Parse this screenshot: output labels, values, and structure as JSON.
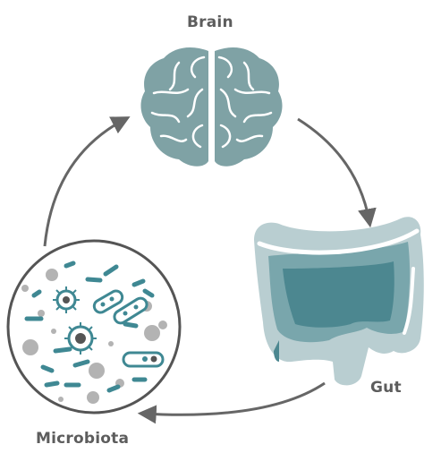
{
  "nodes": {
    "brain": {
      "label": "Brain",
      "icon": "brain-icon"
    },
    "gut": {
      "label": "Gut",
      "icon": "intestine-icon"
    },
    "microbiota": {
      "label": "Microbiota",
      "icon": "microbes-icon"
    }
  },
  "colors": {
    "brain": "#7fa2a5",
    "gut_dark": "#4c8790",
    "gut_light": "#b9ced1",
    "gut_mid": "#79a6ac",
    "microbe_teal": "#3f8893",
    "microbe_gray": "#b3b3b3",
    "arrow": "#666666",
    "label": "#5d5d5d"
  }
}
